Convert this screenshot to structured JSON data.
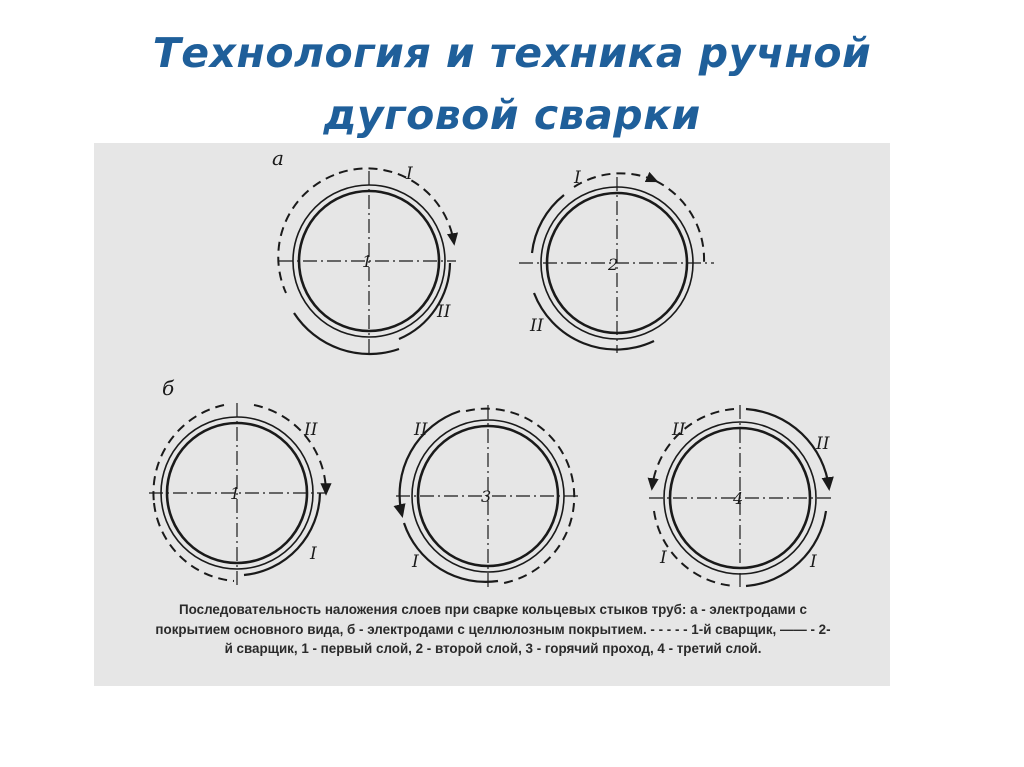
{
  "slide": {
    "title_line1": "Технология и техника ручной",
    "title_line2": "дуговой сварки"
  },
  "diagram": {
    "group_a_label": "а",
    "group_b_label": "б",
    "pipes": [
      {
        "group": "а",
        "number": "1",
        "arc_labels": [
          "I",
          "II"
        ]
      },
      {
        "group": "а",
        "number": "2",
        "arc_labels": [
          "I",
          "II"
        ]
      },
      {
        "group": "б",
        "number": "1",
        "arc_labels": [
          "II",
          "I"
        ]
      },
      {
        "group": "б",
        "number": "3",
        "arc_labels": [
          "II",
          "I"
        ]
      },
      {
        "group": "б",
        "number": "4",
        "arc_labels": [
          "II",
          "II",
          "I",
          "I"
        ]
      }
    ],
    "caption_line1": "Последовательность наложения слоев при сварке кольцевых стыков труб: а - электродами с",
    "caption_line2": "покрытием основного вида, б - электродами с целлюлозным покрытием. - - - -   - 1-й сварщик, —— - 2-",
    "caption_line3": "й сварщик, 1 - первый слой, 2 - второй слой, 3 - горячий проход, 4 - третий слой."
  }
}
